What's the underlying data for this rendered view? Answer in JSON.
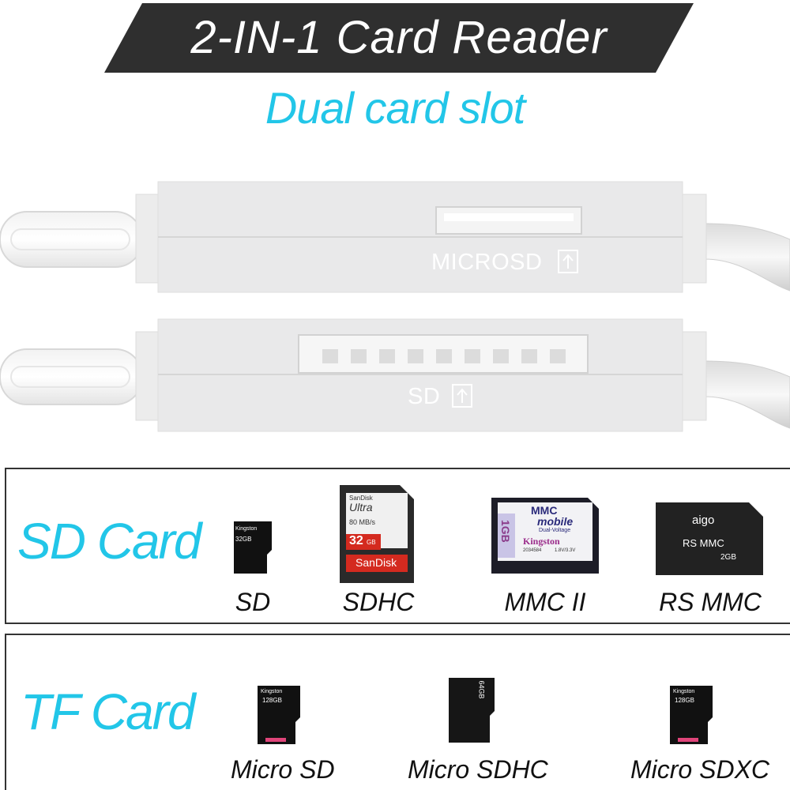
{
  "header": {
    "title": "2-IN-1 Card Reader",
    "subtitle": "Dual card slot",
    "banner_color": "#2f2f2f",
    "accent_color": "#22c6e8"
  },
  "devices": [
    {
      "slot_label": "MICROSD",
      "icon": "upload-arrow-icon"
    },
    {
      "slot_label": "SD",
      "icon": "upload-arrow-icon"
    }
  ],
  "sd_panel": {
    "title": "SD Card",
    "cards": [
      {
        "label": "SD",
        "print": [
          "Kingston",
          "32GB"
        ]
      },
      {
        "label": "SDHC",
        "print": [
          "SanDisk",
          "Ultra",
          "80 MB/s",
          "32",
          "GB",
          "SanDisk"
        ]
      },
      {
        "label": "MMC II",
        "print": [
          "MMC",
          "mobile",
          "Dual-Voltage",
          "1GB",
          "Kingston",
          "2034584",
          "1.8V/3.3V"
        ]
      },
      {
        "label": "RS MMC",
        "print": [
          "aigo",
          "RS MMC",
          "2GB"
        ]
      }
    ]
  },
  "tf_panel": {
    "title": "TF Card",
    "cards": [
      {
        "label": "Micro SD",
        "print": [
          "Kingston",
          "128GB"
        ]
      },
      {
        "label": "Micro SDHC",
        "print": [
          "64GB"
        ]
      },
      {
        "label": "Micro SDXC",
        "print": [
          "Kingston",
          "128GB"
        ]
      }
    ]
  }
}
